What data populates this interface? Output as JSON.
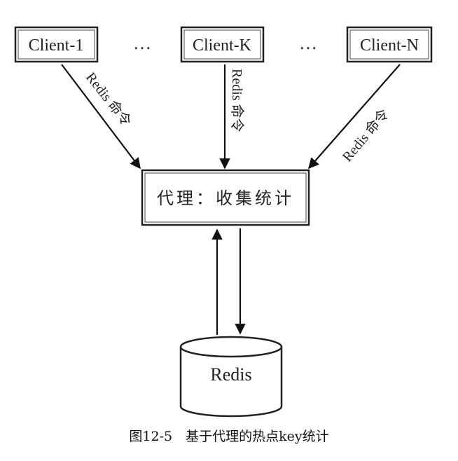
{
  "clients": [
    {
      "label": "Client-1"
    },
    {
      "label": "Client-K"
    },
    {
      "label": "Client-N"
    }
  ],
  "ellipsis": "…",
  "edge_label": "Redis 命令",
  "proxy_label": "代理：收集统计",
  "store_label": "Redis",
  "caption": "图12-5　基于代理的热点key统计"
}
